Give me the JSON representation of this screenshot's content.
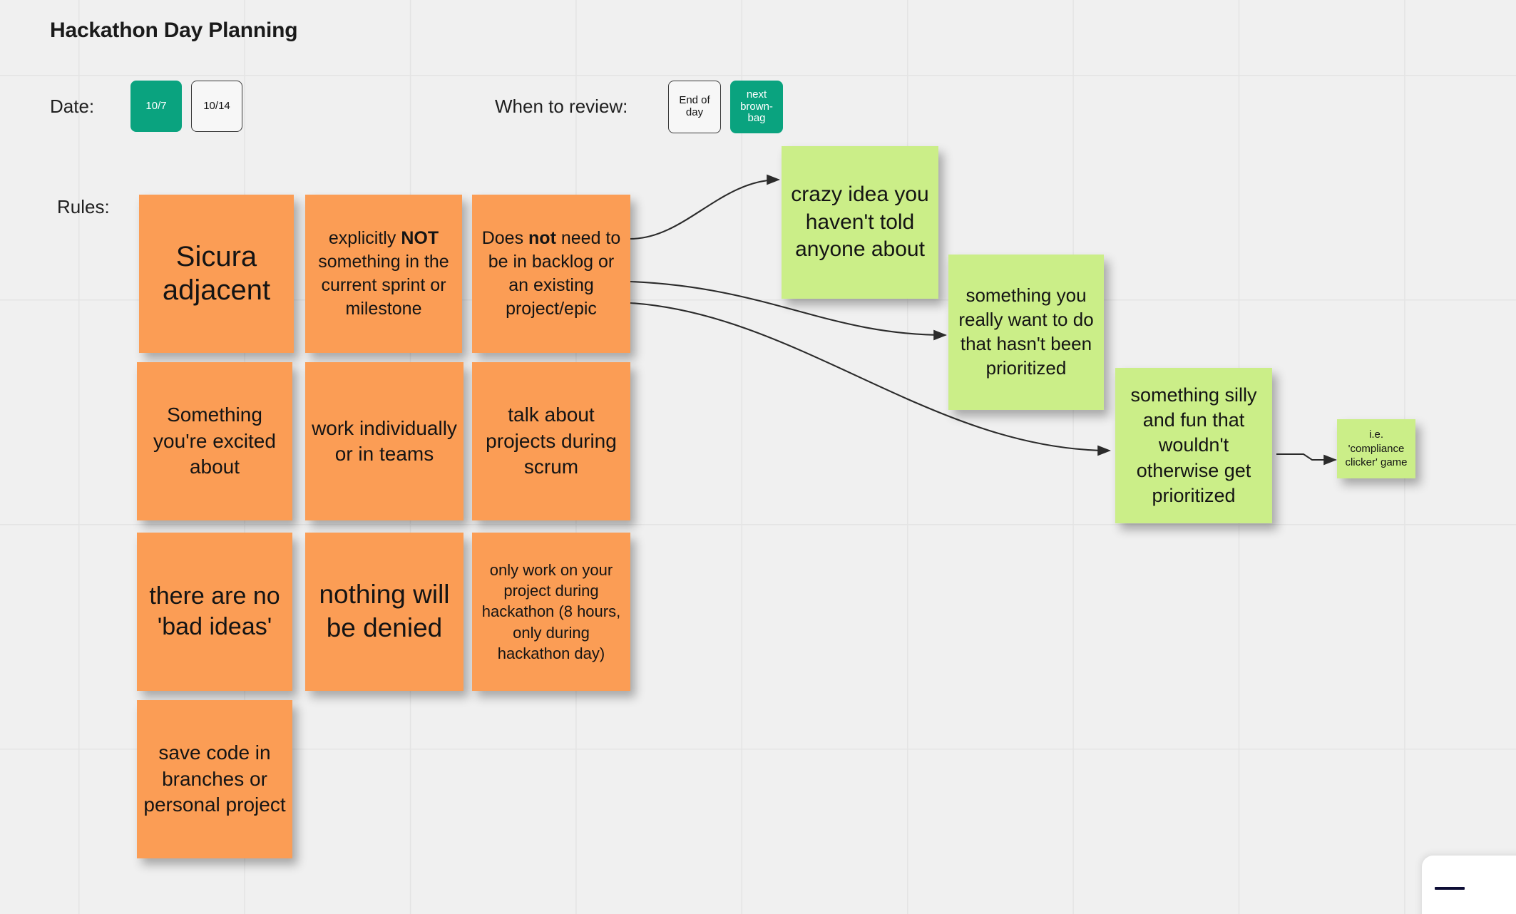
{
  "board": {
    "title": "Hackathon Day Planning",
    "background_color": "#f0f0f0",
    "grid_color": "#e4e4e4",
    "colors": {
      "orange_note": "#fb9d55",
      "green_note": "#cbee88",
      "accent_teal": "#0aa37f"
    }
  },
  "fields": [
    {
      "label": "Date:"
    },
    {
      "label": "When to review:"
    },
    {
      "label": "Rules:"
    }
  ],
  "date_options": [
    {
      "label": "10/7",
      "selected": true
    },
    {
      "label": "10/14",
      "selected": false
    }
  ],
  "review_options": [
    {
      "label": "End of day",
      "selected": false
    },
    {
      "label": "next brown-bag",
      "selected": true
    }
  ],
  "rule_notes": [
    {
      "id": "sicura-adjacent",
      "text": "Sicura adjacent",
      "color": "orange"
    },
    {
      "id": "explicitly-not-current-sprint",
      "text_pre": "explicitly ",
      "text_bold": "NOT",
      "text_post": " something in the current sprint or milestone",
      "color": "orange"
    },
    {
      "id": "not-in-backlog",
      "text_pre": "Does ",
      "text_bold": "not",
      "text_post": " need to be in backlog or an existing project/epic",
      "color": "orange"
    },
    {
      "id": "something-excited-about",
      "text": "Something you're excited about",
      "color": "orange"
    },
    {
      "id": "work-individually-or-teams",
      "text": "work individually or in teams",
      "color": "orange"
    },
    {
      "id": "talk-during-scrum",
      "text": "talk about projects during scrum",
      "color": "orange"
    },
    {
      "id": "no-bad-ideas",
      "text": "there are no 'bad ideas'",
      "color": "orange"
    },
    {
      "id": "nothing-denied",
      "text": "nothing will be denied",
      "color": "orange"
    },
    {
      "id": "only-during-hackathon",
      "text": "only work on your project during hackathon (8 hours, only during hackathon day)",
      "color": "orange"
    },
    {
      "id": "save-code-branches",
      "text": "save code in branches or personal project",
      "color": "orange"
    }
  ],
  "idea_notes": [
    {
      "id": "crazy-idea",
      "text": "crazy idea you haven't told anyone about",
      "color": "green"
    },
    {
      "id": "really-want-to-do",
      "text": "something you really want to do that hasn't been prioritized",
      "color": "green"
    },
    {
      "id": "silly-and-fun",
      "text": "something silly and fun that wouldn't otherwise get prioritized",
      "color": "green"
    },
    {
      "id": "compliance-clicker",
      "text": "i.e. 'compliance clicker' game",
      "color": "green"
    }
  ],
  "connectors": [
    {
      "from": "not-in-backlog",
      "to": "crazy-idea"
    },
    {
      "from": "not-in-backlog",
      "to": "really-want-to-do"
    },
    {
      "from": "not-in-backlog",
      "to": "silly-and-fun"
    },
    {
      "from": "silly-and-fun",
      "to": "compliance-clicker"
    }
  ],
  "toolbar": {
    "minimize_label": ""
  }
}
